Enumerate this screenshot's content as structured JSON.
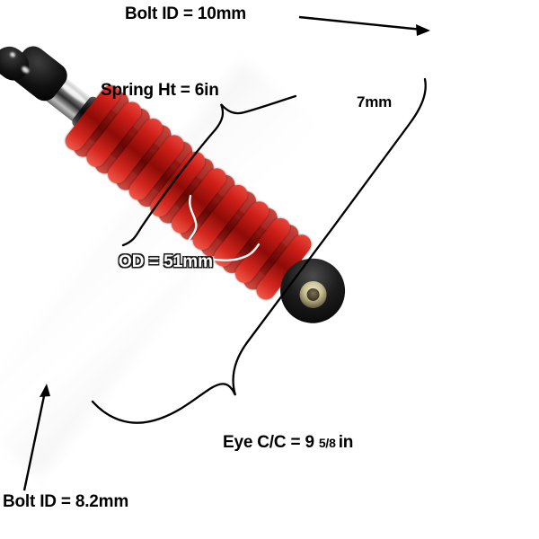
{
  "figure": {
    "subject": "motorcycle-shock-absorber",
    "background_color": "#ffffff",
    "spring_color": "#cf1f18",
    "body_color": "#101010",
    "annotation_color": "#000000",
    "od_label_color": "#ffffff"
  },
  "annotations": {
    "bolt_id_top": "Bolt ID = 10mm",
    "spring_height": "Spring Ht = 6in",
    "wire_diameter": "7mm",
    "outer_diameter": "OD = 51mm",
    "eye_cc_main": "Eye C/C = 9",
    "eye_cc_fraction": "5/8",
    "eye_cc_unit": "in",
    "bolt_id_bottom": "Bolt ID = 8.2mm"
  },
  "markers": {
    "arrow_to_top_eye": "arrow-icon",
    "arrow_to_bottom_eye": "arrow-icon",
    "spring_height_brace": "curly-brace-icon",
    "eye_cc_brace": "curly-brace-icon",
    "wire_diameter_caliper": "caliper-bracket-icon",
    "od_caliper": "caliper-bracket-icon"
  }
}
